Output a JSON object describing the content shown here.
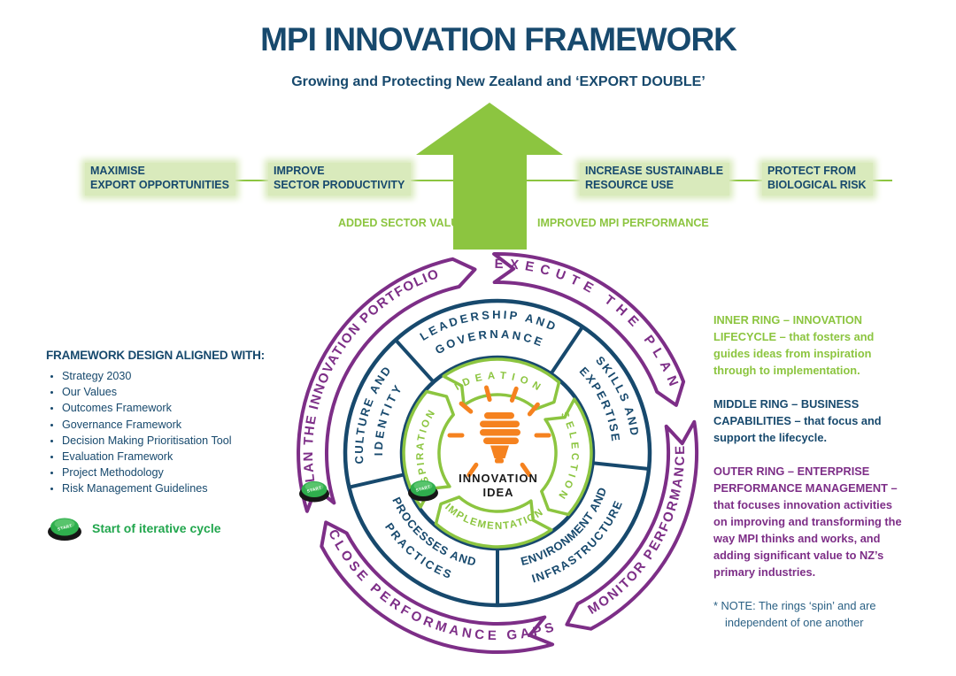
{
  "header": {
    "title": "MPI INNOVATION FRAMEWORK",
    "subtitle": "Growing and Protecting New Zealand and ‘EXPORT DOUBLE’"
  },
  "outcomes": {
    "goals": [
      {
        "line1": "MAXIMISE",
        "line2": "EXPORT OPPORTUNITIES"
      },
      {
        "line1": "IMPROVE",
        "line2": "SECTOR PRODUCTIVITY"
      },
      {
        "line1": "INCREASE SUSTAINABLE",
        "line2": "RESOURCE USE"
      },
      {
        "line1": "PROTECT FROM",
        "line2": "BIOLOGICAL RISK"
      }
    ],
    "added_sector_value": "ADDED SECTOR VALUE",
    "improved_mpi_performance": "IMPROVED MPI PERFORMANCE"
  },
  "left_panel": {
    "heading": "FRAMEWORK DESIGN ALIGNED WITH:",
    "items": [
      "Strategy 2030",
      "Our Values",
      "Outcomes Framework",
      "Governance Framework",
      "Decision Making Prioritisation Tool",
      "Evaluation Framework",
      "Project Methodology",
      "Risk Management Guidelines"
    ],
    "button_label": "START",
    "legend": "Start of iterative cycle"
  },
  "rings": {
    "outer": {
      "plan": "PLAN THE INNOVATION PORTFOLIO",
      "execute": "EXECUTE THE PLAN",
      "monitor": "MONITOR PERFORMANCE",
      "close": "CLOSE PERFORMANCE GAPS"
    },
    "middle": {
      "leadership": {
        "line1": "LEADERSHIP AND",
        "line2": "GOVERNANCE"
      },
      "skills": {
        "line1": "SKILLS AND",
        "line2": "EXPERTISE"
      },
      "environment": {
        "line1": "ENVIRONMENT AND",
        "line2": "INFRASTRUCTURE"
      },
      "processes": {
        "line1": "PROCESSES AND",
        "line2": "PRACTICES"
      },
      "culture": {
        "line1": "CULTURE AND",
        "line2": "IDENTITY"
      }
    },
    "inner": {
      "ideation": "IDEATION",
      "selection": "SELECTION",
      "implementation": "IMPLEMENTATION",
      "inspiration": "INSPIRATION"
    },
    "center": {
      "line1": "INNOVATION",
      "line2": "IDEA"
    }
  },
  "right_panel": {
    "paragraphs": [
      {
        "lead": "INNER RING – INNOVATION LIFECYCLE –",
        "body": " that fosters and guides ideas from inspiration through to implementation."
      },
      {
        "lead": "MIDDLE RING – BUSINESS CAPABILITIES –",
        "body": " that focus and support the lifecycle."
      },
      {
        "lead": "OUTER RING – ENTERPRISE PERFORMANCE MANAGEMENT –",
        "body": " that focuses innovation activities on improving and transforming the way MPI thinks and works, and adding significant value to NZ’s primary industries."
      }
    ],
    "note": "* NOTE: The rings ‘spin’ and are independent of one another"
  },
  "colors": {
    "navy": "#17496d",
    "lime_green": "#8cc540",
    "purple": "#7d2e87",
    "orange": "#f5821f",
    "kelly_green": "#21a64d",
    "highlight": "#d9eabc",
    "center_text": "#1b1b1b"
  }
}
